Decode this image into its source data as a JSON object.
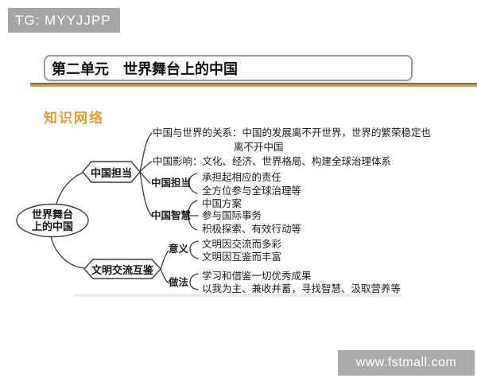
{
  "badge": {
    "text": "TG: MYYJJPP"
  },
  "header": {
    "title": "第二单元　世界舞台上的中国"
  },
  "section": {
    "label": "知识网络"
  },
  "watermark": {
    "text": "www.fstmall.com"
  },
  "colors": {
    "badge_bg": "#a6a6a6",
    "gold_rule": "#c9a258",
    "section_accent": "#e59a33",
    "line_ink": "#3c3c3c",
    "watermark_bg": "#ababab"
  },
  "mindmap": {
    "root": [
      "世界舞台",
      "上的中国"
    ],
    "branches": [
      {
        "label": "中国担当",
        "leaves": [
          "中国与世界的关系：中国的发展离不开世界，世界的繁荣稳定也",
          "离不开中国",
          "中国影响：文化、经济、世界格局、构建全球治理体系"
        ],
        "subnodes": [
          {
            "label": "中国担当",
            "children": [
              "承担起相应的责任",
              "全方位参与全球治理等"
            ]
          },
          {
            "label": "中国智慧",
            "children": [
              "中国方案",
              "参与国际事务",
              "积极探索、有效行动等"
            ]
          }
        ]
      },
      {
        "label": "文明交流互鉴",
        "subnodes": [
          {
            "label": "意义",
            "children": [
              "文明因交流而多彩",
              "文明因互鉴而丰富"
            ]
          },
          {
            "label": "做法",
            "children": [
              "学习和借鉴一切优秀成果",
              "以我为主、兼收并蓄，寻找智慧、汲取营养等"
            ]
          }
        ]
      }
    ]
  }
}
